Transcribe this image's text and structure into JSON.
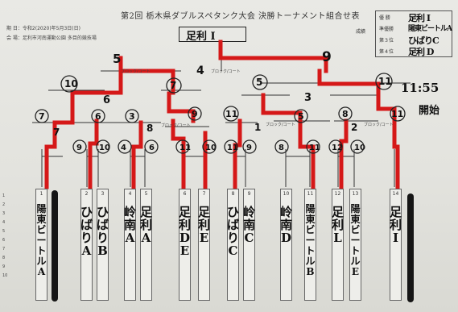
{
  "header": {
    "title": "第2回 栃木県ダブルスペタンク大会 決勝トーナメント組合せ表",
    "date": "期 日：令和2(2020)年5月3日(日)",
    "venue": "会 場：足利市河南運動公園 多目的競技場"
  },
  "winner": "足利 I",
  "ranking": {
    "label": "成績",
    "rows": [
      {
        "place": "優 勝",
        "team": "足利 I"
      },
      {
        "place": "準優勝",
        "team": "陽東ビートルA"
      },
      {
        "place": "第３位",
        "team": "ひばりC"
      },
      {
        "place": "第４位",
        "team": "足利 D"
      }
    ]
  },
  "notes": {
    "time": "11:55",
    "start": "開始"
  },
  "match_numbers": {
    "final": "9",
    "semi_left": "5",
    "semi_left_court": "4",
    "semi_right": "3",
    "qf_left_outer": "10",
    "qf_left_inner": "7",
    "qf_left_court": "6",
    "qf_right_inner": "5",
    "qf_right_outer": "11",
    "r16": [
      "7",
      "6",
      "3",
      "9",
      "11",
      "5",
      "8",
      "11"
    ],
    "r16_courts": [
      "7",
      "8",
      "1",
      "2"
    ],
    "r32": [
      "9",
      "10",
      "4",
      "6",
      "11",
      "10",
      "11",
      "9",
      "8",
      "11",
      "12",
      "10"
    ],
    "court_label": "ブロック/コート"
  },
  "teams": [
    {
      "no": "1",
      "name": "陽東ビートルA"
    },
    {
      "no": "2",
      "name": "ひばりA"
    },
    {
      "no": "3",
      "name": "ひばりB"
    },
    {
      "no": "4",
      "name": "岭南A"
    },
    {
      "no": "5",
      "name": "足利A"
    },
    {
      "no": "6",
      "name": "足利DE"
    },
    {
      "no": "7",
      "name": "足利E"
    },
    {
      "no": "8",
      "name": "ひばりC"
    },
    {
      "no": "9",
      "name": "岭南C"
    },
    {
      "no": "10",
      "name": "岭南D"
    },
    {
      "no": "11",
      "name": "陽東ビートルB"
    },
    {
      "no": "12",
      "name": "足利L"
    },
    {
      "no": "13",
      "name": "陽東ビートルE"
    },
    {
      "no": "14",
      "name": "足利 I"
    }
  ],
  "side_labels": [
    "1",
    "2",
    "3",
    "4",
    "5",
    "6",
    "7",
    "8",
    "9",
    "10"
  ],
  "colors": {
    "ink": "#111111",
    "red": "#d51818",
    "paper": "#e6e6e1"
  }
}
